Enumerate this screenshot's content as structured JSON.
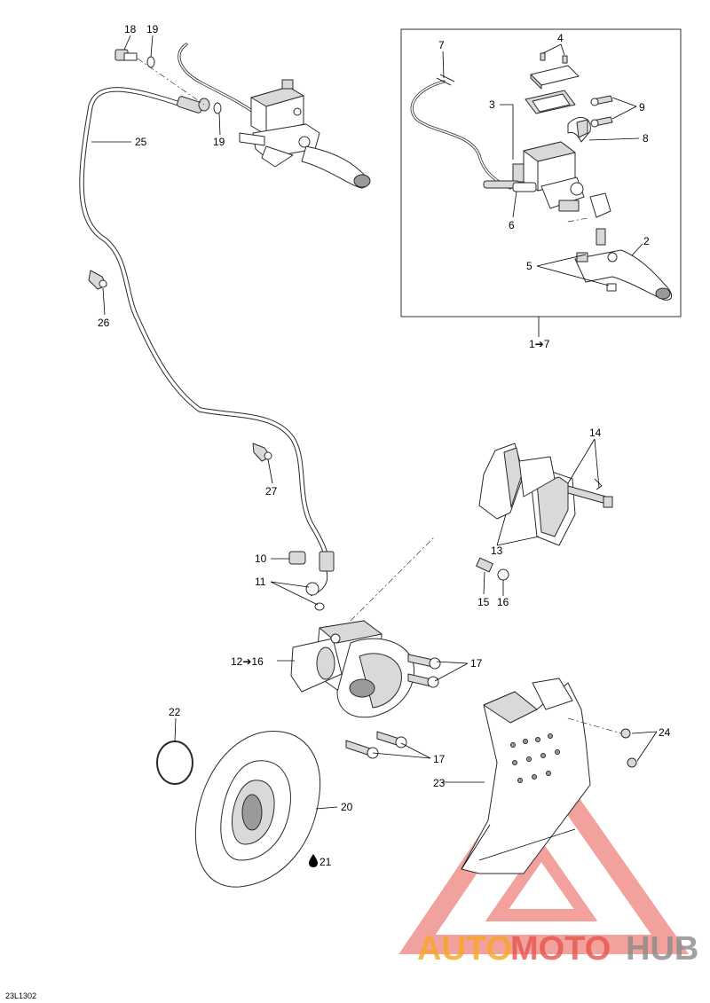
{
  "callouts": {
    "c1_7": "1➔7",
    "c2": "2",
    "c3": "3",
    "c4": "4",
    "c5": "5",
    "c6": "6",
    "c7": "7",
    "c8": "8",
    "c9": "9",
    "c10": "10",
    "c11": "11",
    "c12_16": "12➔16",
    "c13": "13",
    "c14": "14",
    "c15": "15",
    "c16": "16",
    "c17a": "17",
    "c17b": "17",
    "c18": "18",
    "c19a": "19",
    "c19b": "19",
    "c20": "20",
    "c21": "21",
    "c22": "22",
    "c23": "23",
    "c24": "24",
    "c25": "25",
    "c26": "26",
    "c27": "27"
  },
  "footer": {
    "drawing_code": "23L1302"
  },
  "watermark": {
    "word_auto": "AUTO",
    "word_moto": "MOTO",
    "word_hub": "HUB",
    "color_orange": "#f5a623",
    "color_red": "#e8554e",
    "color_gray": "#8a8a8a"
  }
}
